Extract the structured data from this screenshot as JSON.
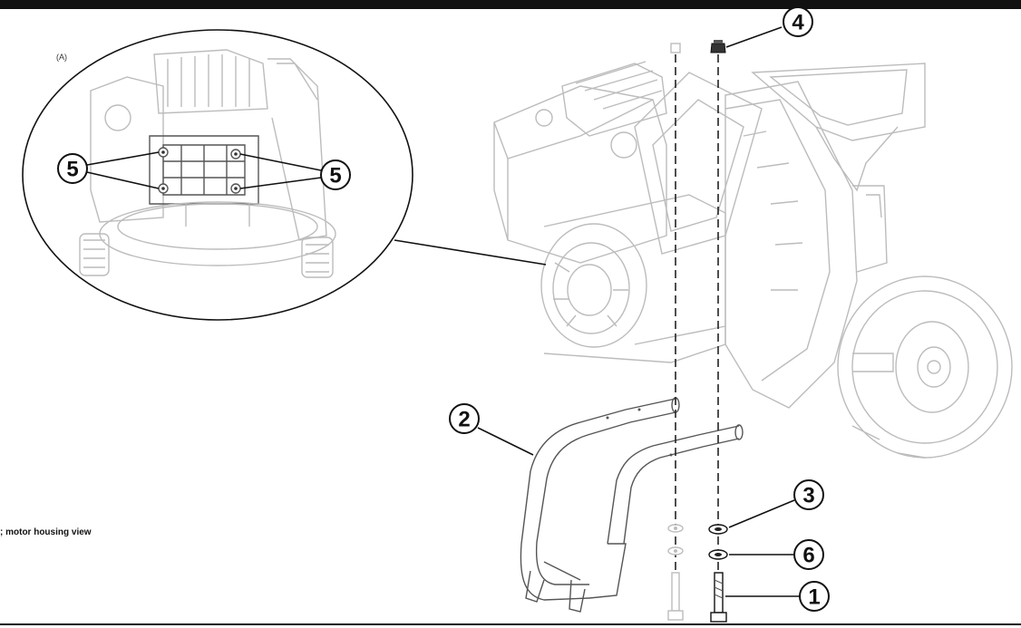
{
  "inset": {
    "label": "(A)"
  },
  "caption": "; motor housing view",
  "callouts": {
    "c1": "1",
    "c2": "2",
    "c3": "3",
    "c4": "4",
    "c5a": "5",
    "c5b": "5",
    "c6": "6"
  },
  "colors": {
    "ink": "#111111",
    "faint_outline": "#bcbcbc"
  }
}
